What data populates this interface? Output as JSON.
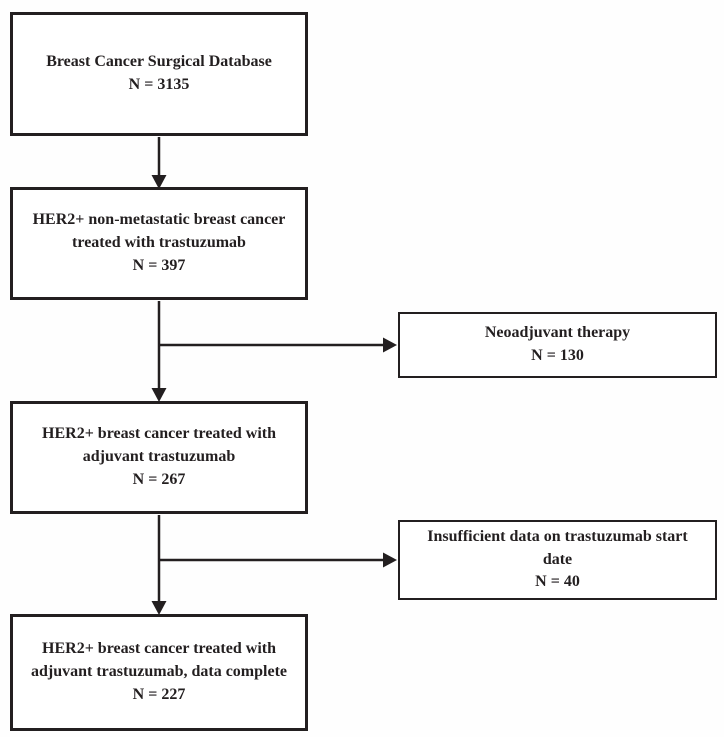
{
  "diagram": {
    "type": "flowchart",
    "description": "Patient selection flow diagram",
    "colors": {
      "line": "#231f20",
      "box_background": "#ffffff",
      "page_background": "#fefefe"
    },
    "boxes": {
      "source": {
        "label": "Breast Cancer Surgical Database",
        "count": "N = 3135"
      },
      "her2": {
        "label": "HER2+ non-metastatic breast cancer treated with trastuzumab",
        "count": "N = 397"
      },
      "adjuvant": {
        "label": "HER2+ breast cancer treated with adjuvant trastuzumab",
        "count": "N = 267"
      },
      "complete": {
        "label": "HER2+ breast cancer treated with adjuvant trastuzumab, data complete",
        "count": "N = 227"
      },
      "neoadjuvant": {
        "label": "Neoadjuvant therapy",
        "count": "N = 130"
      },
      "insufficient": {
        "label": "Insufficient data on trastuzumab start date",
        "count": "N = 40"
      }
    },
    "flow": [
      {
        "from": "source",
        "to": "her2"
      },
      {
        "from": "her2",
        "to": "adjuvant",
        "branch_to": "neoadjuvant"
      },
      {
        "from": "adjuvant",
        "to": "complete",
        "branch_to": "insufficient"
      }
    ]
  }
}
